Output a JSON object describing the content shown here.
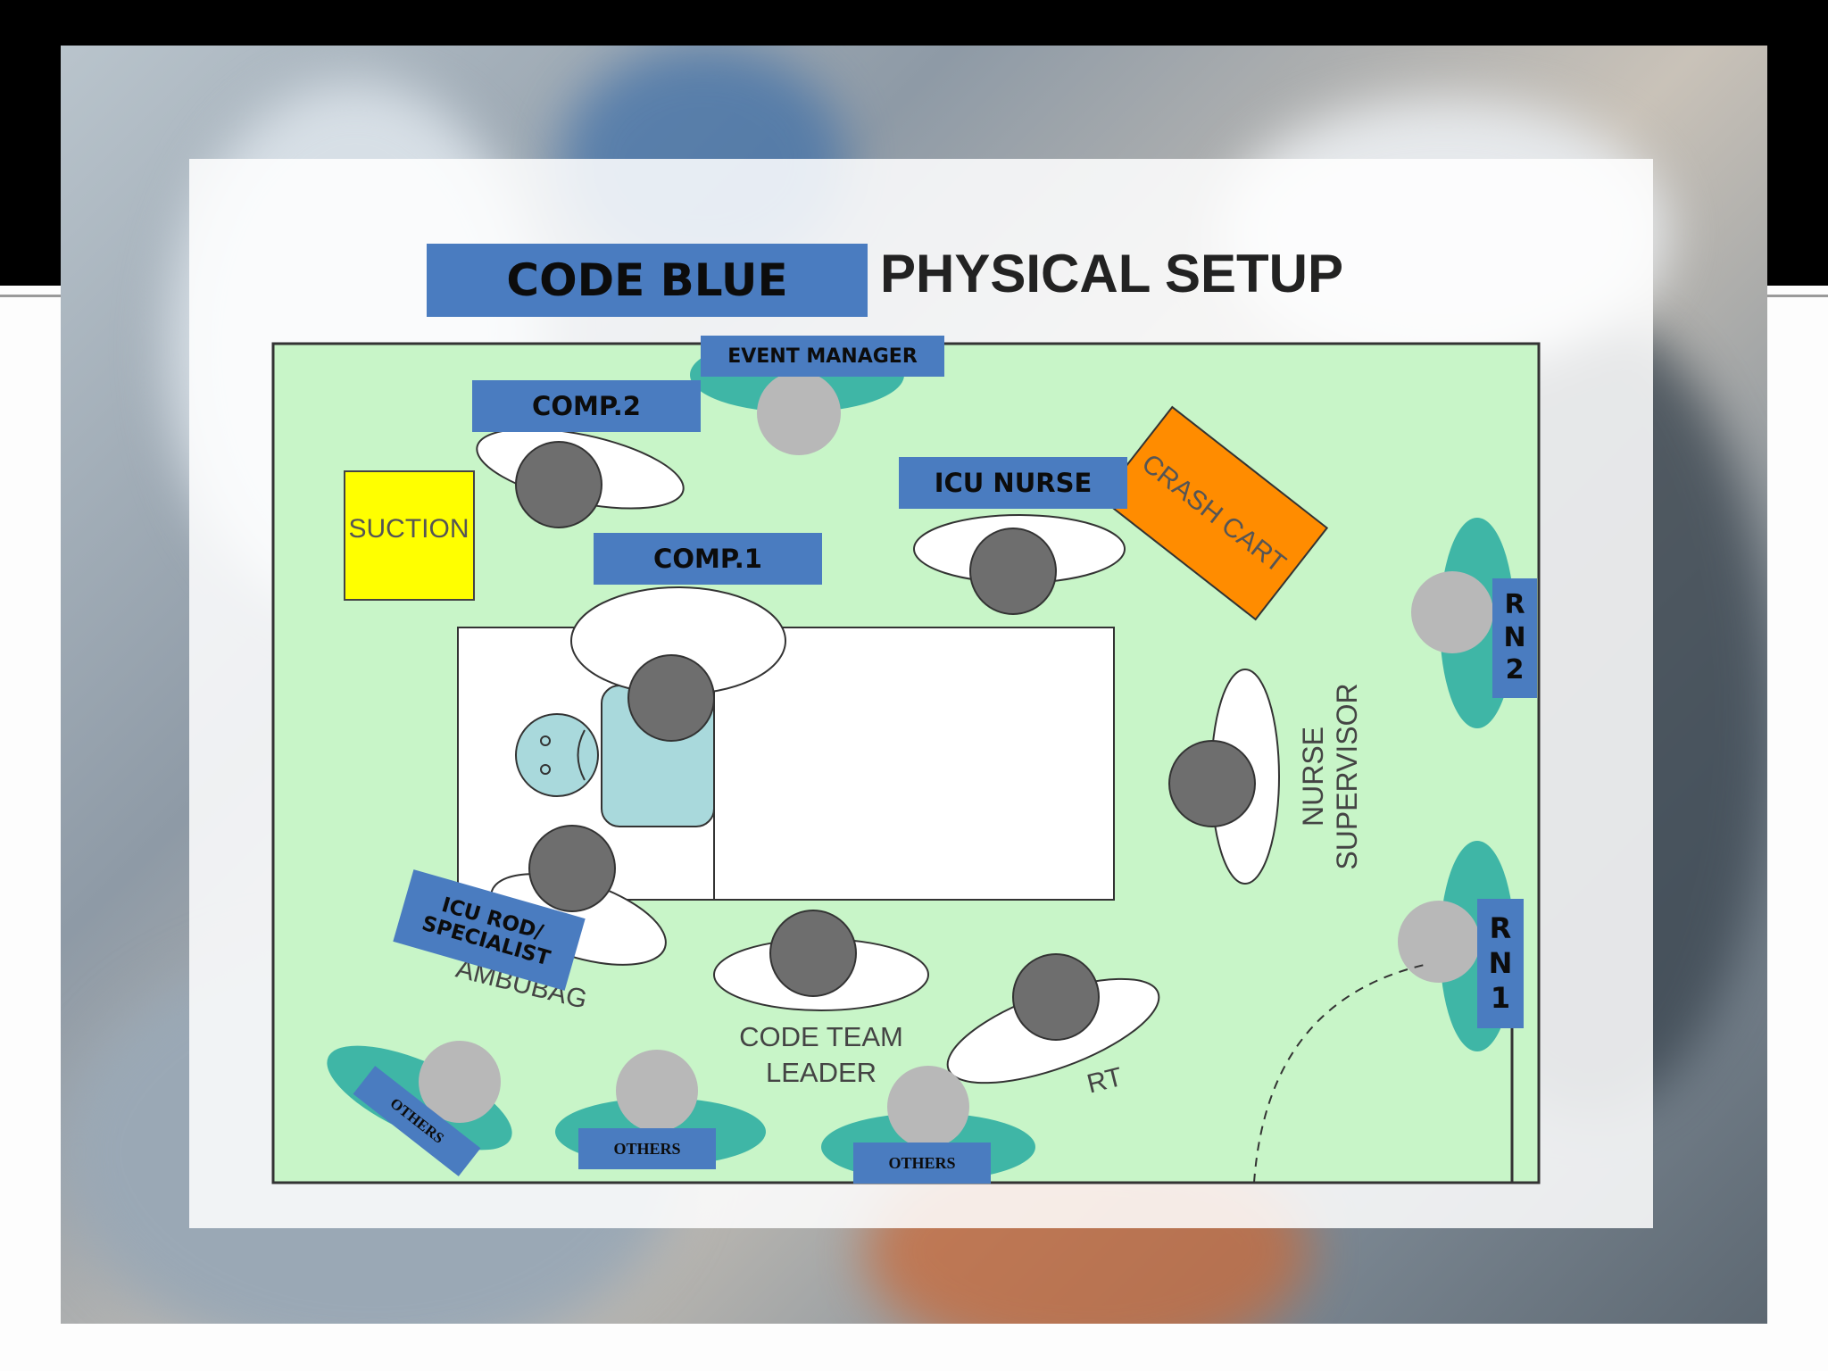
{
  "title": {
    "code_blue": "CODE BLUE",
    "physical_setup": "PHYSICAL SETUP"
  },
  "roles": {
    "event_manager": "EVENT MANAGER",
    "comp2": "COMP.2",
    "comp1": "COMP.1",
    "icu_nurse": "ICU NURSE",
    "crash_cart": "CRASH CART",
    "suction": "SUCTION",
    "rn2": [
      "R",
      "N",
      "2"
    ],
    "rn1": [
      "R",
      "N",
      "1"
    ],
    "nurse_supervisor": [
      "NURSE",
      "SUPERVISOR"
    ],
    "icu_rod": [
      "ICU ROD/",
      "SPECIALIST"
    ],
    "ambubag": "AMBUBAG",
    "code_team_leader": [
      "CODE TEAM",
      "LEADER"
    ],
    "rt": "RT",
    "others_1": "OTHERS",
    "others_2": "OTHERS",
    "others_3": "OTHERS"
  },
  "colors": {
    "floor": "#c8f5c8",
    "label_blue": "#4a7cc0",
    "suction_yellow": "#ffff00",
    "crash_cart_orange": "#ff8c00",
    "person_gray": "#6e6e6e",
    "standby_gray": "#b8b8b8",
    "teal": "#3fb6a6",
    "patient": "#a9d9dc"
  }
}
